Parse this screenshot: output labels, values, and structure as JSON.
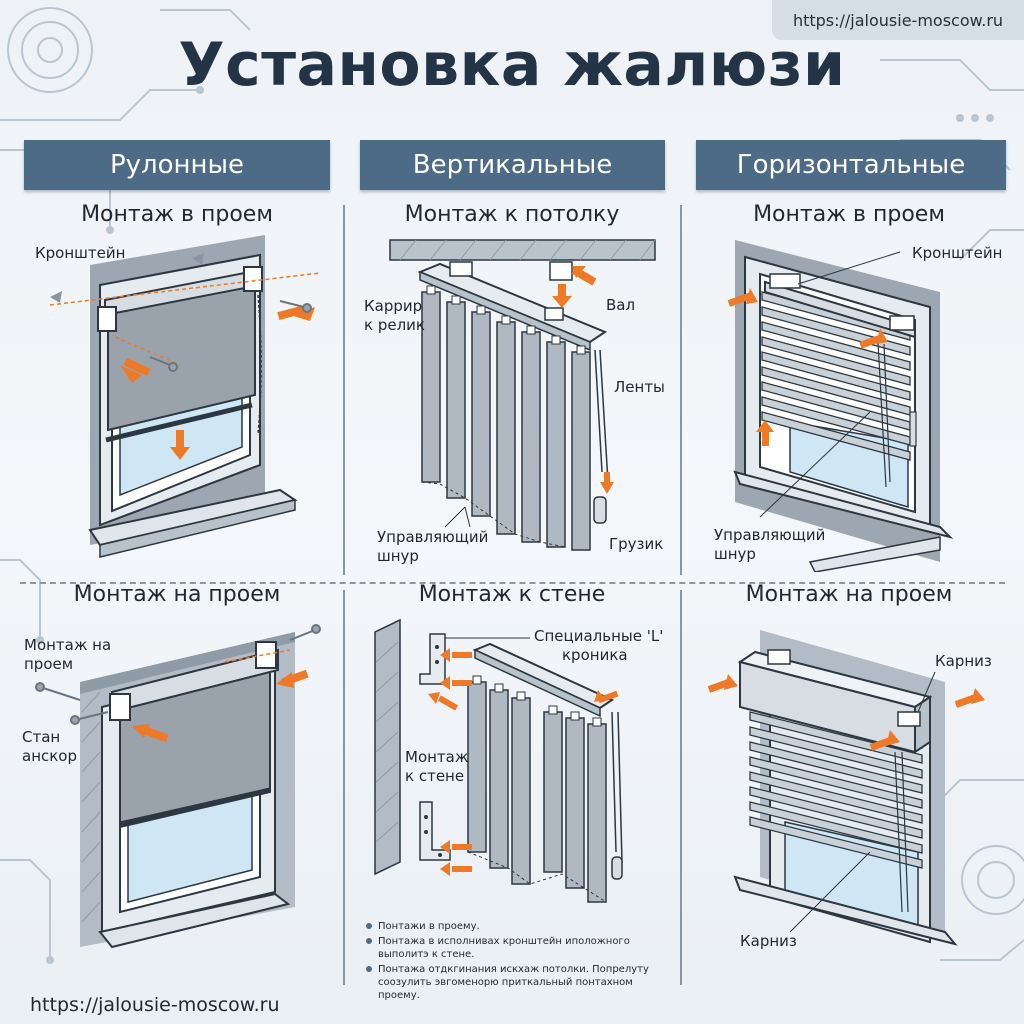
{
  "title": "Установка жалюзи",
  "url_top": "https://jalousie-moscow.ru",
  "url_bottom": "https://jalousie-moscow.ru",
  "colors": {
    "header_bg": "#4d6a86",
    "accent_arrow": "#ee7a27",
    "glass": "#cfe6f5",
    "fabric": "#9aa3ab"
  },
  "columns": [
    {
      "header": "Рулонные",
      "top_title": "Монтаж в проем",
      "bottom_title": "Монтаж на проем"
    },
    {
      "header": "Вертикальные",
      "top_title": "Монтаж к потолку",
      "bottom_title": "Монтаж к стене"
    },
    {
      "header": "Горизонтальные",
      "top_title": "Монтаж в проем",
      "bottom_title": "Монтаж на проем"
    }
  ],
  "labels": {
    "roller_top_bracket": "Кронштейн",
    "roller_bottom_mount_1": "Монтаж на",
    "roller_bottom_mount_2": "проем",
    "roller_bottom_anchor_1": "Стан",
    "roller_bottom_anchor_2": "анскор",
    "vert_top_carrier_1": "Каррир",
    "vert_top_carrier_2": "к релик",
    "vert_top_shaft": "Вал",
    "vert_top_slats": "Ленты",
    "vert_top_cord_1": "Управляющий",
    "vert_top_cord_2": "шнур",
    "vert_top_weight": "Грузик",
    "vert_bottom_special_1": "Специальные 'L'",
    "vert_bottom_special_2": "кроника",
    "vert_bottom_wall_1": "Монтаж",
    "vert_bottom_wall_2": "к стене",
    "horiz_top_bracket": "Кронштейн",
    "horiz_top_cord_1": "Управляющий",
    "horiz_top_cord_2": "шнур",
    "horiz_bottom_cornice_top": "Карниз",
    "horiz_bottom_cornice_bottom": "Карниз"
  },
  "notes": [
    "Понтажи в проему.",
    "Понтажа в исполнивах кронштейн иположного выполитэ к стене.",
    "Понтажа отдкгинания искхаж потолки. Попрелуту соозулить эвгоменорю приткальный понтахном проему."
  ]
}
